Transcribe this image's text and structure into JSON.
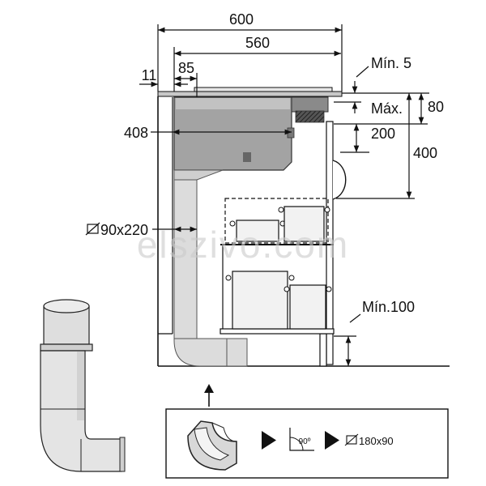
{
  "dimensions": {
    "width_600": "600",
    "width_560": "560",
    "offset_11": "11",
    "offset_85": "85",
    "min_5": "Mín. 5",
    "max_label": "Máx.",
    "height_80": "80",
    "height_200": "200",
    "height_400": "400",
    "depth_408": "408",
    "duct_90x220": "90x220",
    "min_100": "Mín.100"
  },
  "legend": {
    "angle": "90º",
    "duct_180x90": "180x90"
  },
  "icons": {
    "rect_duct": "rect-duct-icon",
    "arrow_up": "arrow-up-icon",
    "play": "play-icon",
    "angle": "angle-icon",
    "duct_elbow": "duct-elbow-icon",
    "duct_3d": "duct-3d-icon"
  },
  "colors": {
    "housing": "#a3a3a3",
    "duct": "#dcdcdc",
    "line": "#111111"
  },
  "watermark": "elszivo.com"
}
